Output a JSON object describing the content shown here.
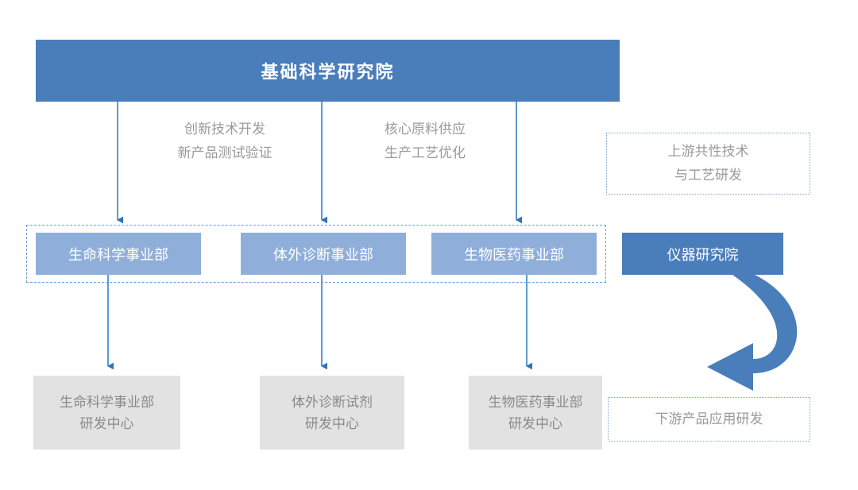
{
  "diagram": {
    "title": "基础科学研究院",
    "colors": {
      "banner_blue": "#4A7EBB",
      "division_blue": "#8FAFDA",
      "center_gray": "#E2E2E2",
      "arrow_blue": "#5B9BD5",
      "dotted_border": "#7FA5D6",
      "note_text": "#9A9A9A"
    },
    "top": {
      "label": "基础科学研究院"
    },
    "notes": [
      {
        "line1": "创新技术开发",
        "line2": "新产品测试验证"
      },
      {
        "line1": "核心原料供应",
        "line2": "生产工艺优化"
      }
    ],
    "side_labels": {
      "upstream": {
        "line1": "上游共性技术",
        "line2": "与工艺研发"
      },
      "downstream": {
        "line1": "下游产品应用研发"
      }
    },
    "divisions": [
      {
        "label": "生命科学事业部"
      },
      {
        "label": "体外诊断事业部"
      },
      {
        "label": "生物医药事业部"
      }
    ],
    "institute": {
      "label": "仪器研究院"
    },
    "centers": [
      {
        "line1": "生命科学事业部",
        "line2": "研发中心"
      },
      {
        "line1": "体外诊断试剂",
        "line2": "研发中心"
      },
      {
        "line1": "生物医药事业部",
        "line2": "研发中心"
      }
    ]
  }
}
